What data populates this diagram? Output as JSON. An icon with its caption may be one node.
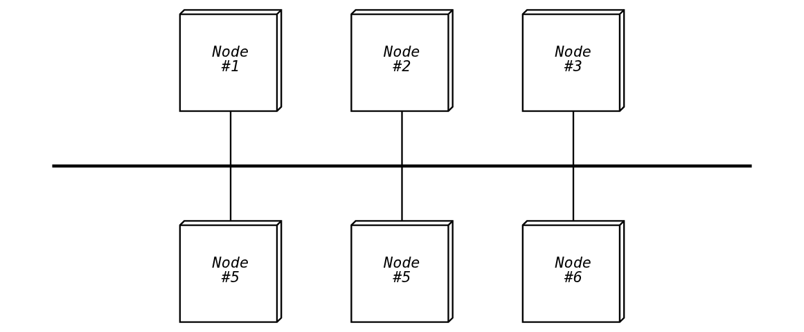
{
  "diagram": {
    "nodes": [
      {
        "text": [
          "Node #1"
        ]
      },
      {
        "text": [
          "Node #2"
        ]
      },
      {
        "text": [
          "Node #3"
        ]
      },
      {
        "text": [],
        "shape": "bar"
      },
      {
        "text": [
          "Node #5"
        ]
      },
      {
        "text": [
          "Node #5"
        ]
      },
      {
        "text": [
          "Node #6"
        ]
      }
    ],
    "edges": [
      {
        "from": 0,
        "to": 3,
        "arrow": "none"
      },
      {
        "from": 1,
        "to": 3,
        "arrow": "none"
      },
      {
        "from": 2,
        "to": 3,
        "arrow": "none"
      },
      {
        "from": 3,
        "to": 4,
        "arrow": "none"
      },
      {
        "from": 3,
        "to": 5,
        "arrow": "none"
      },
      {
        "from": 3,
        "to": 6,
        "arrow": "none"
      }
    ]
  }
}
